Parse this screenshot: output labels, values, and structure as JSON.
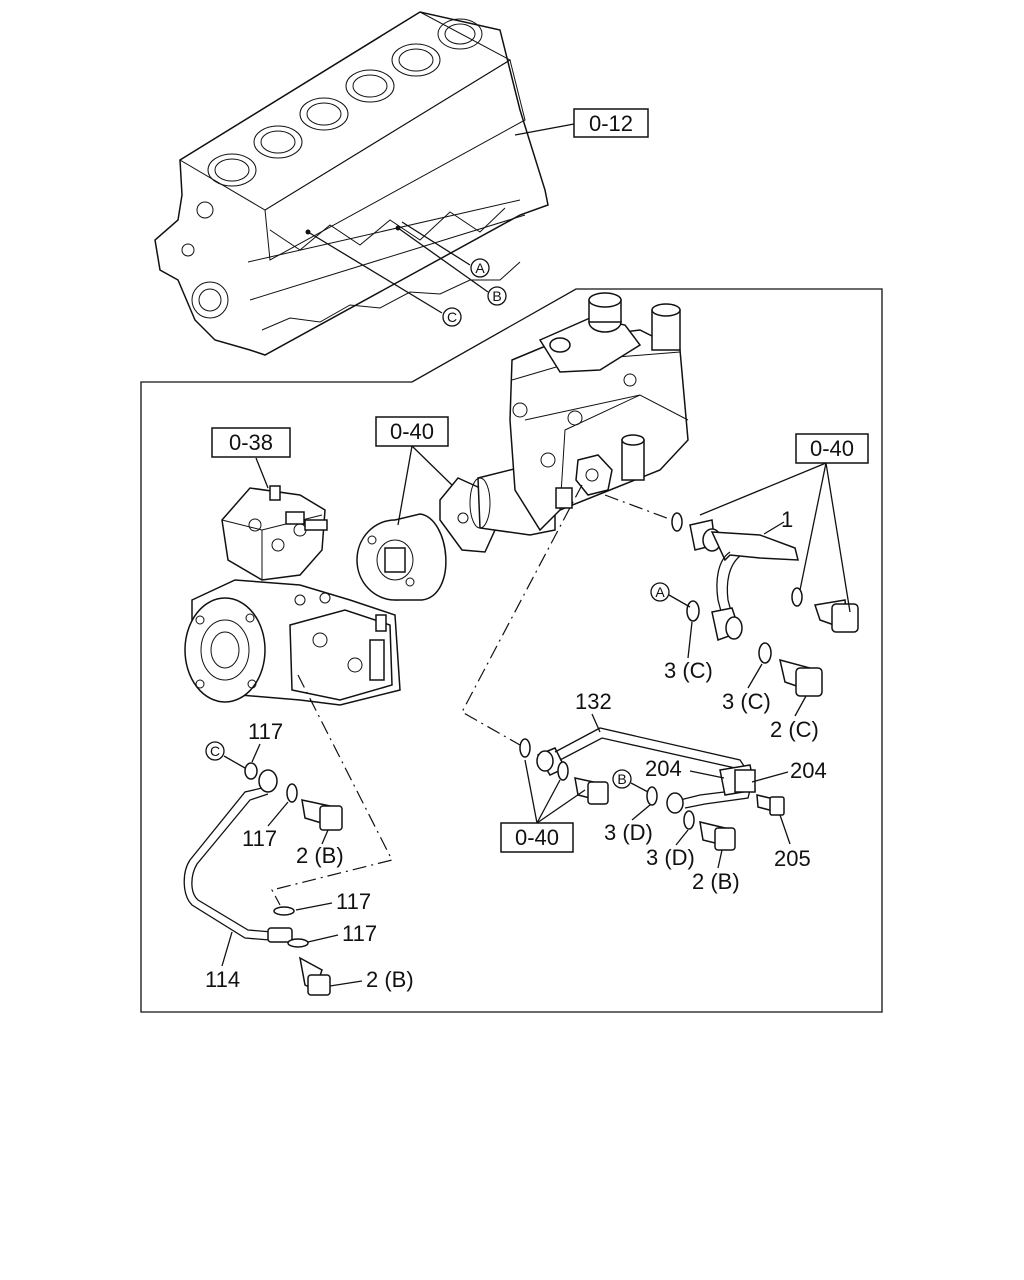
{
  "ref_boxes": {
    "block": "0-12",
    "compressor": "0-38",
    "coupling": "0-40",
    "banjo_right": "0-40",
    "lower": "0-40"
  },
  "circle_markers": {
    "block_a": "A",
    "block_b": "B",
    "block_c": "C",
    "pipe1_a": "A",
    "pipe132_b": "B",
    "pipe114_c": "C"
  },
  "labels": {
    "pipe_1": "1",
    "washer_3c_a": "3 (C)",
    "washer_3c_b": "3 (C)",
    "bolt_2c": "2 (C)",
    "pipe_132": "132",
    "clip_204_a": "204",
    "clip_204_b": "204",
    "washer_3d_a": "3 (D)",
    "washer_3d_b": "3 (D)",
    "bolt_2b_right": "2 (B)",
    "bolt_205": "205",
    "washer_117_top": "117",
    "washer_117_mid": "117",
    "bolt_2b_left": "2 (B)",
    "washer_117_low1": "117",
    "washer_117_low2": "117",
    "pipe_114": "114",
    "bolt_2b_bottom": "2 (B)"
  }
}
